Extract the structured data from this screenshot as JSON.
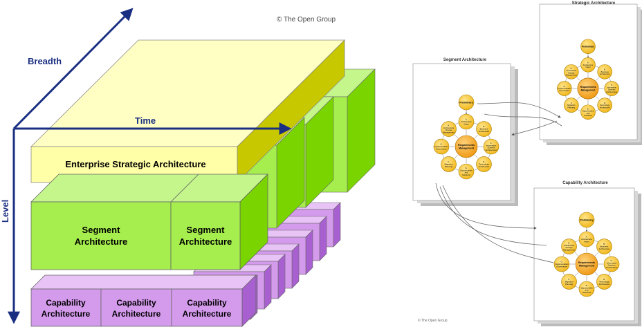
{
  "copyright_left": "© The Open Group",
  "copyright_right": "© The Open Group",
  "axes": {
    "breadth": "Breadth",
    "time": "Time",
    "level": "Level"
  },
  "stack": {
    "enterprise": "Enterprise Strategic Architecture",
    "segment": [
      "Segment",
      "Architecture"
    ],
    "capability": [
      "Capability",
      "Architecture"
    ]
  },
  "panels": {
    "strategic_title": "Strategic Architecture",
    "segment_title": "Segment Architecture",
    "capability_title": "Capability Architecture"
  },
  "adm": {
    "preliminary": "Preliminary",
    "center": [
      "Requirements",
      "Management"
    ],
    "phases": [
      [
        "A.",
        "Architecture",
        "Vision"
      ],
      [
        "B.",
        "Business",
        "Architecture"
      ],
      [
        "C.",
        "Information",
        "Systems",
        "Architectures"
      ],
      [
        "D.",
        "Technology",
        "Architecture"
      ],
      [
        "E.",
        "Opportunities",
        "and",
        "Solutions"
      ],
      [
        "F.",
        "Migration",
        "Planning"
      ],
      [
        "G.",
        "Implementation",
        "Governance"
      ],
      [
        "H.",
        "Architecture",
        "Change",
        "Management"
      ]
    ]
  },
  "colors": {
    "enterprise_front": "#ffffa8",
    "enterprise_top": "#ffffc8",
    "enterprise_side": "#c8c800",
    "segment_front": "#a6ee4e",
    "segment_top": "#c4f68c",
    "segment_side": "#7ad400",
    "capability_front": "#d49aec",
    "capability_top": "#e8c4f6",
    "capability_side": "#a860d0",
    "axis": "#1a2f82",
    "adm_circle": "#f7c731",
    "adm_center": "#f5a623"
  }
}
